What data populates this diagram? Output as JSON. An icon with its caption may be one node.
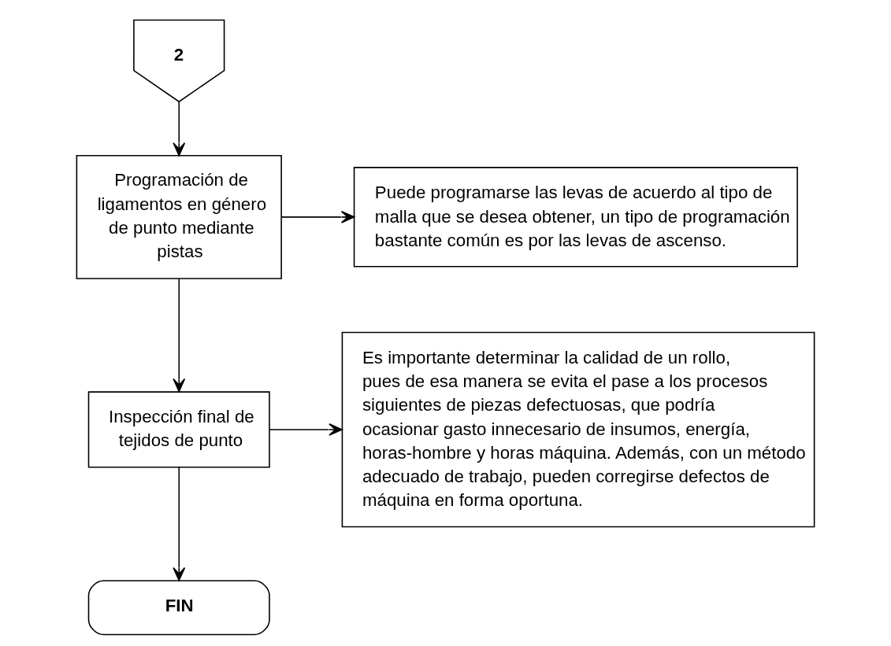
{
  "diagram": {
    "nodes": [
      {
        "text": [
          "2"
        ]
      },
      {
        "text": [
          "Programación de ligamentos en género de punto mediante pistas"
        ]
      },
      {
        "text": [
          "Puede programarse las levas de acuerdo al tipo de malla que se desea obtener, un tipo de programación bastante común es por las levas de ascenso."
        ]
      },
      {
        "text": [
          "Inspección final de tejidos de punto"
        ]
      },
      {
        "text": [
          "Es importante determinar la calidad de un rollo, pues de esa manera se evita el pase a los procesos siguientes de piezas defectuosas, que podría ocasionar gasto innecesario de insumos, energía, horas-hombre y horas máquina. Además, con un método adecuado de trabajo, pueden corregirse defectos de máquina en forma oportuna."
        ]
      },
      {
        "text": [
          "FIN"
        ]
      }
    ],
    "edges": [
      {
        "from": 0,
        "to": 1,
        "arrow": "to"
      },
      {
        "from": 1,
        "to": 2,
        "arrow": "to"
      },
      {
        "from": 1,
        "to": 3,
        "arrow": "to"
      },
      {
        "from": 3,
        "to": 4,
        "arrow": "to"
      },
      {
        "from": 3,
        "to": 5,
        "arrow": "to"
      }
    ]
  }
}
